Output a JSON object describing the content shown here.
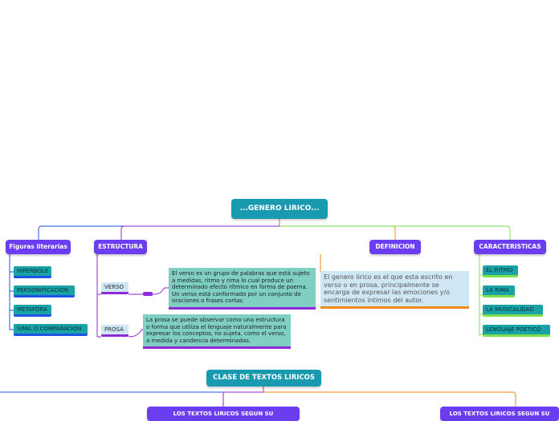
{
  "root": {
    "label": "...GENERO LIRICO..."
  },
  "branches": {
    "figuras": {
      "label": "Figuras literarias",
      "items": [
        "HIPERBOLE",
        "PERSONIFICACION",
        "METAFORA",
        "SIMIL O COMPARACION"
      ]
    },
    "estructura": {
      "label": "ESTRUCTURA",
      "verso": {
        "label": "VERSO",
        "description": "El verso es un grupo de palabras que está sujeto a medidas, ritmo y rima lo cual produce un determinado efecto rítmico en forma de poema. Un verso está conformado por un conjunto de oraciones o frases cortas."
      },
      "prosa": {
        "label": "PROSA",
        "description": "La prosa se puede observar como una estructura o forma que utiliza el lenguaje naturalmente para expresar los conceptos, no sujeta, como el verso, a medida y candencia determinadas."
      }
    },
    "definicion": {
      "label": "DEFINICION",
      "description": "El genero lirico es el que esta escrito en verso o en prosa, principalmente se encarga de expresar las emociones y/o sentimientos íntimos del autor."
    },
    "caracteristicas": {
      "label": "CARACTERISTICAS",
      "items": [
        "EL RITMO",
        "LA RIMA",
        "LA MUSICALIDAD",
        "LENGUAJE POETICO"
      ]
    }
  },
  "clases": {
    "label": "CLASE DE TEXTOS LIRICOS",
    "children": [
      "LOS TEXTOS LIRICOS SEGUN SU",
      "LOS TEXTOS LIRICOS SEGUN SU"
    ]
  },
  "colors": {
    "root": "#1a9ab0",
    "main_node": "#6a3ef0",
    "leaf_teal": "#1aa3a6",
    "leaf_light_blue": "#cfe6f5",
    "verso_box": "#7fd0c3",
    "line_blue": "#1f55e6",
    "line_purple": "#8b2ad6",
    "line_orange": "#f08a16",
    "line_green": "#7ee04a"
  }
}
